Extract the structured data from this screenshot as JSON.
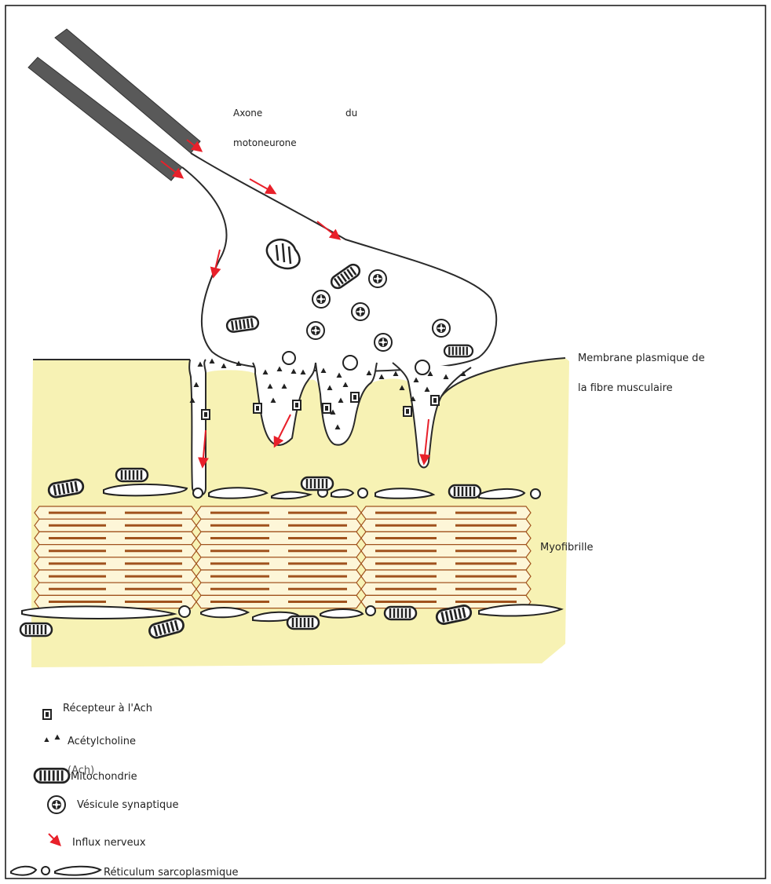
{
  "labels": {
    "axone_line1": "Axone",
    "axone_du": "du",
    "axone_line2": "motoneurone",
    "membrane_line1": "Membrane plasmique de",
    "membrane_line2": "la fibre musculaire",
    "myofibrille": "Myofibrille"
  },
  "legend": {
    "recepteur": "Récepteur à l'Ach",
    "acetylcholine": "Acétylcholine",
    "ach_abbrev": "(Ach)",
    "mitochondrie": "Mitochondrie",
    "vesicule": "Vésicule synaptique",
    "influx": "Influx nerveux",
    "reticulum": "Réticulum sarcoplasmique"
  },
  "colors": {
    "muscle_fill": "#f7f2b4",
    "myofibril_stroke": "#a0521d",
    "axon_sheath": "#595959",
    "nerve_arrow": "#e8202a",
    "outline": "#2a2a2a"
  }
}
